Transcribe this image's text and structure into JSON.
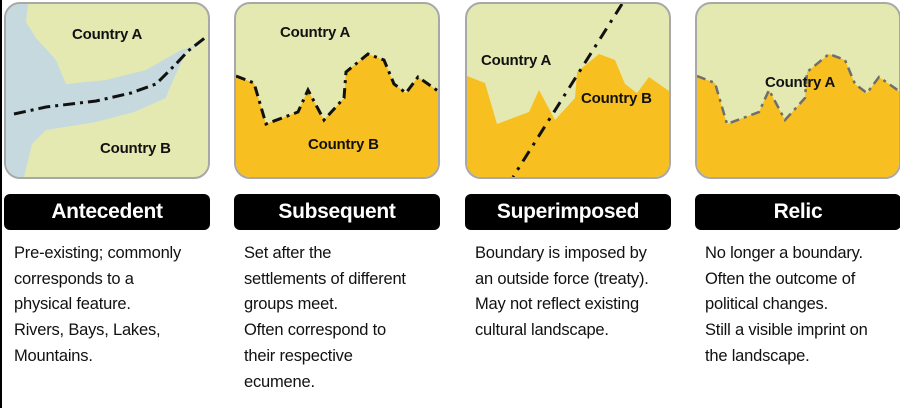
{
  "colors": {
    "land": "#e4e9b2",
    "water": "#c6d9de",
    "country_b": "#f7bf1f",
    "panel_border": "#a8a8a8",
    "label_bg": "#000000",
    "label_text": "#ffffff"
  },
  "boundary_types": [
    {
      "name": "Antecedent",
      "diagram": {
        "country_a_label": "Country A",
        "country_b_label": "Country B",
        "boundary_style": "dash-dot black along river"
      },
      "description_lines": [
        "Pre-existing; commonly",
        "corresponds to a",
        "physical feature.",
        "Rivers, Bays, Lakes,",
        "Mountains."
      ]
    },
    {
      "name": "Subsequent",
      "diagram": {
        "country_a_label": "Country A",
        "country_b_label": "Country B",
        "boundary_style": "dash-dot black along settlement edge"
      },
      "description_lines": [
        "Set after the",
        "settlements of different",
        "groups meet.",
        "Often correspond to",
        "their respective",
        "ecumene."
      ]
    },
    {
      "name": "Superimposed",
      "diagram": {
        "country_a_label": "Country A",
        "country_b_label": "Country B",
        "boundary_style": "dash-dot black straight line crossing cultural areas"
      },
      "description_lines": [
        "Boundary is imposed by",
        "an outside force (treaty).",
        "May not reflect existing",
        "cultural landscape."
      ]
    },
    {
      "name": "Relic",
      "diagram": {
        "country_a_label": "Country A",
        "boundary_style": "dash-dot gray (former boundary)"
      },
      "description_lines": [
        "No longer a boundary.",
        "Often the outcome of",
        "political changes.",
        "Still a visible imprint on",
        "the landscape."
      ]
    }
  ]
}
